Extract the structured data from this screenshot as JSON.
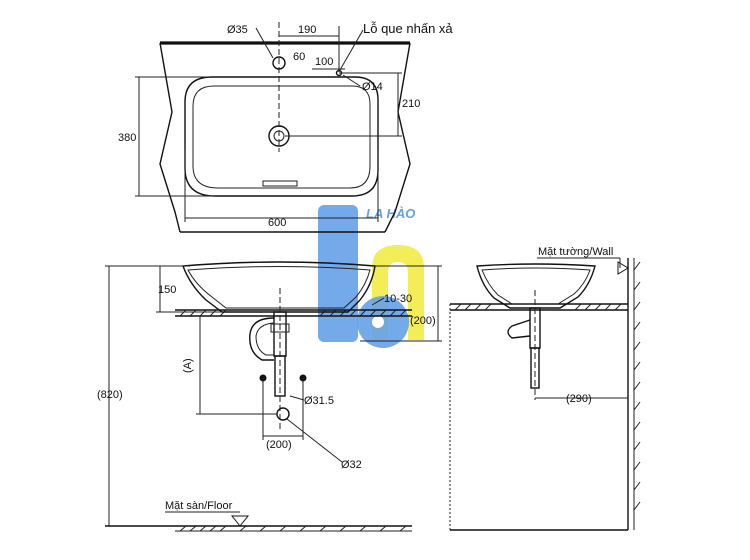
{
  "top_view": {
    "dia_35": "Ø35",
    "dim_190": "190",
    "dim_60": "60",
    "dim_100": "100",
    "dia_14": "Ø14",
    "dim_210": "210",
    "dim_380": "380",
    "dim_600": "600",
    "faucet_hole_label": "Lỗ que nhấn xả"
  },
  "front_view": {
    "dim_150": "150",
    "dim_10_30": "10-30",
    "dim_200_right": "(200)",
    "dim_A": "(A)",
    "dim_820": "(820)",
    "dia_31_5": "Ø31.5",
    "dim_200_bottom": "(200)",
    "dia_32": "Ø32",
    "floor_label": "Mặt sàn/Floor"
  },
  "side_view": {
    "wall_label": "Mặt tường/Wall",
    "dim_290": "(290)"
  },
  "watermark": {
    "text": "LA HÀO",
    "colors": {
      "blue": "#4a90e2",
      "yellow": "#f2ea3c"
    }
  }
}
